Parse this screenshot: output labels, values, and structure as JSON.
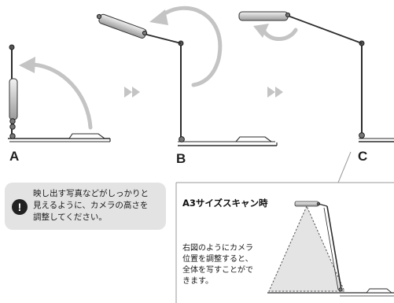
{
  "steps": [
    {
      "label": "A"
    },
    {
      "label": "B"
    },
    {
      "label": "C"
    }
  ],
  "note": {
    "icon": "exclamation-icon",
    "text_lines": [
      "映し出す写真などがしっかりと",
      "見えるように、カメラの高さを",
      "調整してください。"
    ]
  },
  "a3_panel": {
    "title": "A3サイズスキャン時",
    "desc_lines": [
      "右図のようにカメラ",
      "位置を調整すると、",
      "全体を写すことがで",
      "きます。"
    ]
  },
  "colors": {
    "arrow_gray": "#c4c4c4",
    "note_bg": "#e3e3e3",
    "projection_fill": "#e4e4e4",
    "line": "#2b2b2b"
  }
}
